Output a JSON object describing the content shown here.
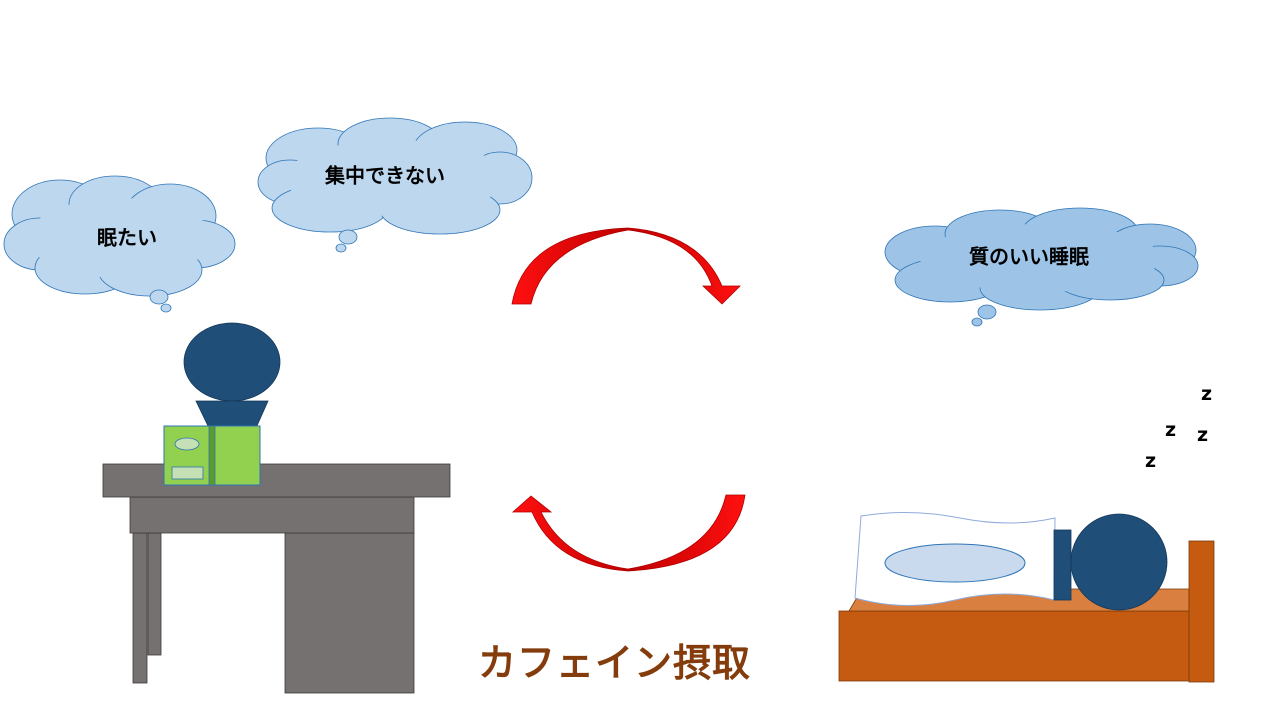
{
  "bubbles": {
    "sleepy": "眠たい",
    "unfocused": "集中できない",
    "good_sleep": "質のいい睡眠"
  },
  "sleep_marks": [
    "z",
    "z",
    "z",
    "z"
  ],
  "caption": "カフェイン摂取",
  "colors": {
    "bubble_light": "#bdd7ee",
    "bubble_dark": "#9dc3e6",
    "bubble_stroke": "#2e75b6",
    "head": "#1f4e79",
    "desk": "#767171",
    "book": "#92d050",
    "arrow": "#e00000",
    "bed": "#c55a11",
    "bed_top": "#d97f3f",
    "pillow_inner": "#c9d9ee",
    "caption": "#843c0c"
  }
}
